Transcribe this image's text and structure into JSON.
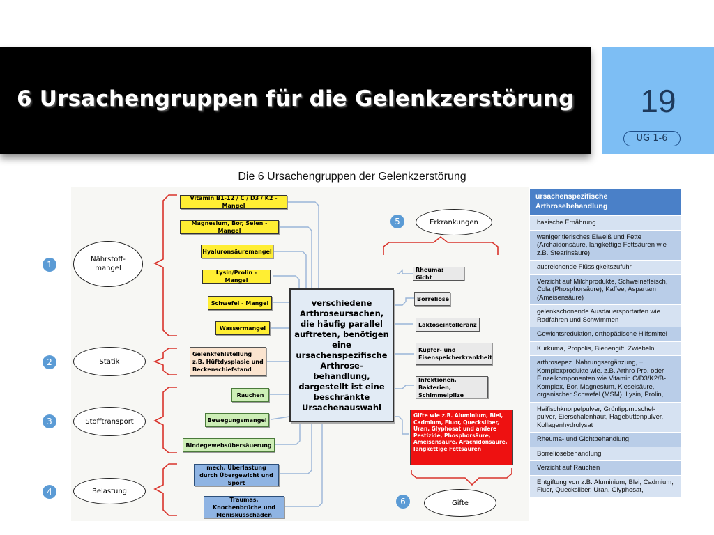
{
  "header": {
    "title": "6 Ursachengruppen für die Gelenkzerstörung",
    "slide_number": "19",
    "badge": "UG 1-6"
  },
  "subtitle": "Die 6 Ursachengruppen der Gelenkzerstörung",
  "diagram": {
    "groups": [
      {
        "number": "1",
        "label": "Nährstoff-\nmangel"
      },
      {
        "number": "2",
        "label": "Statik"
      },
      {
        "number": "3",
        "label": "Stofftransport"
      },
      {
        "number": "4",
        "label": "Belastung"
      },
      {
        "number": "5",
        "label": "Erkrankungen"
      },
      {
        "number": "6",
        "label": "Gifte"
      }
    ],
    "nutrient_items": [
      "Vitamin B1-12 / C / D3 / K2 - Mangel",
      "Magnesium, Bor, Selen - Mangel",
      "Hyaluronsäuremangel",
      "Lysin/Prolin - Mangel",
      "Schwefel - Mangel",
      "Wassermangel"
    ],
    "static_items": [
      "Gelenkfehlstellung z.B. Hüftdysplasie und Beckenschiefstand"
    ],
    "transport_items": [
      "Rauchen",
      "Bewegungsmangel",
      "Bindegewebsübersäuerung"
    ],
    "load_items": [
      "mech. Überlastung durch Übergewicht und Sport",
      "Traumas, Knochenbrüche und Meniskusschäden"
    ],
    "disease_items": [
      "Rheuma; Gicht",
      "Borreliose",
      "Laktoseintolleranz",
      "Kupfer- und Eisenspeicherkrankheit",
      "Infektionen, Bakterien, Schimmelpilze"
    ],
    "poison_item": "Gifte wie z.B. Aluminium, Blei, Cadmium, Fluor, Quecksilber, Uran, Glyphosat und andere Pestizide, Phosphorsäure, Ameisensäure, Arachidonsäure, langkettige Fettsäuren",
    "center": "verschiedene Arthroseursachen, die häufig parallel auftreten, benötigen eine ursachenspezifische Arthrose-behandlung, dargestellt ist eine beschränkte Ursachenauswahl",
    "colors": {
      "yellow": "#ffee33",
      "green": "#cdeeb6",
      "orange": "#fbe4cf",
      "blue": "#8fb4e3",
      "grey": "#e9e9e9",
      "red": "#ee1111",
      "number_circle": "#5b9bd5",
      "bracket": "#d9332b",
      "connector": "#9ab5d8"
    }
  },
  "table": {
    "header": "ursachenspezifische Arthrosebehandlung",
    "rows": [
      "basische Ernährung",
      "weniger tierisches Eiweiß und Fette (Archaidonsäure, langkettige Fettsäuren wie z.B. Stearinsäure)",
      "ausreichende Flüssigkeitszufuhr",
      "Verzicht auf Milchprodukte, Schweinefleisch, Cola (Phosphorsäure), Kaffee, Aspartam (Ameisensäure)",
      "gelenkschonende Ausdauersportarten wie Radfahren und Schwimmen",
      "Gewichtsreduktion, orthopädische Hilfsmittel",
      "Kurkuma, Propolis, Bienengift, Zwiebeln…",
      "arthrosepez. Nahrungsergänzung, + Komplexprodukte wie. z.B. Arthro Pro. oder Einzelkomponenten wie Vitamin C/D3/K2/B-Komplex, Bor, Magnesium, Kieselsäure, organischer Schwefel (MSM), Lysin, Prolin, …",
      "Haifischknorpelpulver, Grünlippmuschel-pulver, Eierschalenhaut, Hagebuttenpulver, Kollagenhydrolysat",
      "Rheuma- und Gichtbehandlung",
      "Borreliosebehandlung",
      "Verzicht auf Rauchen",
      "Entgiftung von z.B. Aluminium, Blei, Cadmium, Fluor, Quecksilber, Uran, Glyphosat,"
    ]
  }
}
